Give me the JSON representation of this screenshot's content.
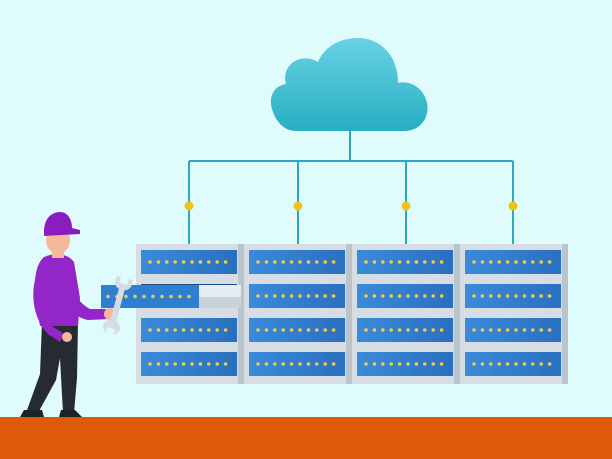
{
  "colors": {
    "background": "#DFFBFC",
    "ground": "#DD5A08",
    "cloud_top": "#69D2E4",
    "cloud_bottom": "#26AFC1",
    "network_line": "#2BA9C0",
    "connector_dot": "#F2C21B",
    "rack_frame": "#D7DEE3",
    "server_unit": "#2F7FD0",
    "server_led": "#F4C94A",
    "technician_shirt": "#9226C8",
    "technician_cap": "#8B1CC0",
    "technician_pants": "#262A33",
    "skin": "#F4B99A",
    "wrench": "#D5DCE4"
  },
  "illustration": {
    "server_racks": 4,
    "units_per_rack": 4,
    "leds_per_unit": 10,
    "pulled_out_unit": "rack 1, unit 2",
    "icons": [
      "cloud-icon",
      "server-rack-icon",
      "wrench-icon",
      "technician-figure"
    ]
  }
}
